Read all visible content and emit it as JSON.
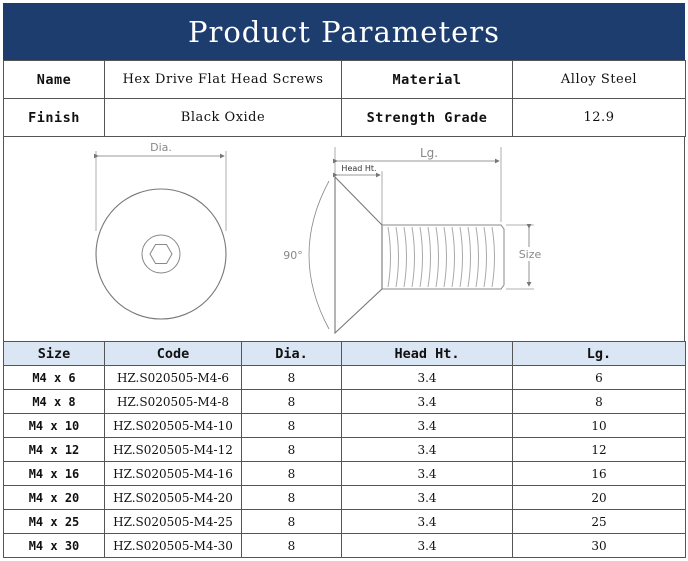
{
  "title": "Product Parameters",
  "params": {
    "name_label": "Name",
    "name_value": "Hex Drive Flat Head Screws",
    "material_label": "Material",
    "material_value": "Alloy Steel",
    "finish_label": "Finish",
    "finish_value": "Black Oxide",
    "grade_label": "Strength Grade",
    "grade_value": "12.9"
  },
  "diagram": {
    "dia_label": "Dia.",
    "lg_label": "Lg.",
    "head_ht_label": "Head Ht.",
    "angle_label": "90°",
    "size_label": "Size"
  },
  "table": {
    "headers": [
      "Size",
      "Code",
      "Dia.",
      "Head Ht.",
      "Lg."
    ],
    "rows": [
      [
        "M4 x 6",
        "HZ.S020505-M4-6",
        "8",
        "3.4",
        "6"
      ],
      [
        "M4 x 8",
        "HZ.S020505-M4-8",
        "8",
        "3.4",
        "8"
      ],
      [
        "M4 x 10",
        "HZ.S020505-M4-10",
        "8",
        "3.4",
        "10"
      ],
      [
        "M4 x 12",
        "HZ.S020505-M4-12",
        "8",
        "3.4",
        "12"
      ],
      [
        "M4 x 16",
        "HZ.S020505-M4-16",
        "8",
        "3.4",
        "16"
      ],
      [
        "M4 x 20",
        "HZ.S020505-M4-20",
        "8",
        "3.4",
        "20"
      ],
      [
        "M4 x 25",
        "HZ.S020505-M4-25",
        "8",
        "3.4",
        "25"
      ],
      [
        "M4 x 30",
        "HZ.S020505-M4-30",
        "8",
        "3.4",
        "30"
      ]
    ]
  }
}
